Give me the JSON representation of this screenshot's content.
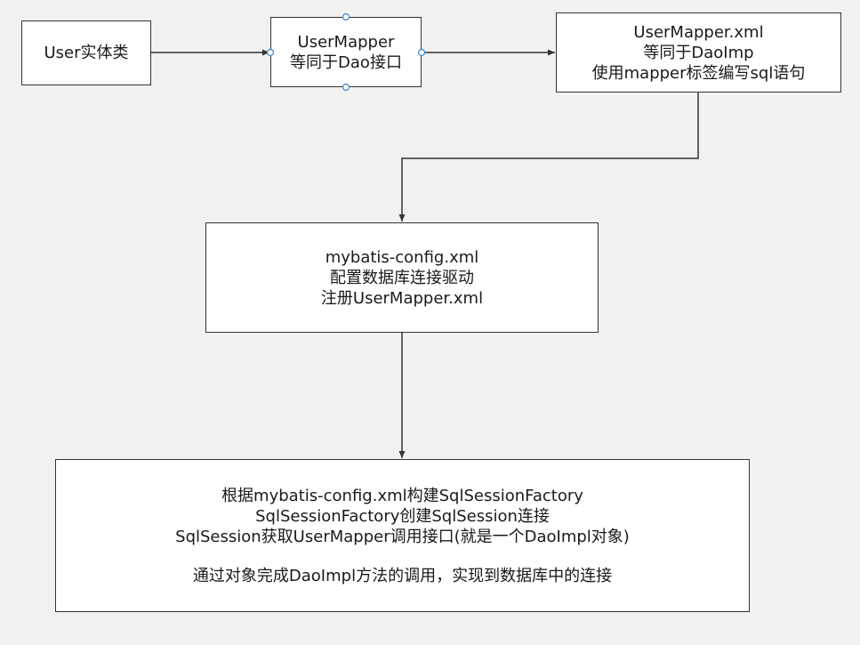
{
  "diagram": {
    "nodes": {
      "entity": {
        "lines": [
          "User实体类"
        ]
      },
      "mapper": {
        "lines": [
          "UserMapper",
          "等同于Dao接口"
        ]
      },
      "mapper_xml": {
        "lines": [
          "UserMapper.xml",
          "等同于DaoImp",
          "使用mapper标签编写sql语句"
        ]
      },
      "config": {
        "lines": [
          "mybatis-config.xml",
          "配置数据库连接驱动",
          "注册UserMapper.xml"
        ]
      },
      "process": {
        "lines": [
          "根据mybatis-config.xml构建SqlSessionFactory",
          "SqlSessionFactory创建SqlSession连接",
          "SqlSession获取UserMapper调用接口(就是一个DaoImpl对象)"
        ],
        "note": "通过对象完成DaoImpl方法的调用，实现到数据库中的连接"
      }
    },
    "edges": [
      {
        "from": "entity",
        "to": "mapper"
      },
      {
        "from": "mapper",
        "to": "mapper_xml"
      },
      {
        "from": "mapper_xml",
        "to": "config"
      },
      {
        "from": "config",
        "to": "process"
      }
    ]
  },
  "colors": {
    "canvas": "#f1f1f1",
    "box_fill": "#ffffff",
    "stroke": "#333333",
    "selection_handle": "#3b86c8"
  }
}
